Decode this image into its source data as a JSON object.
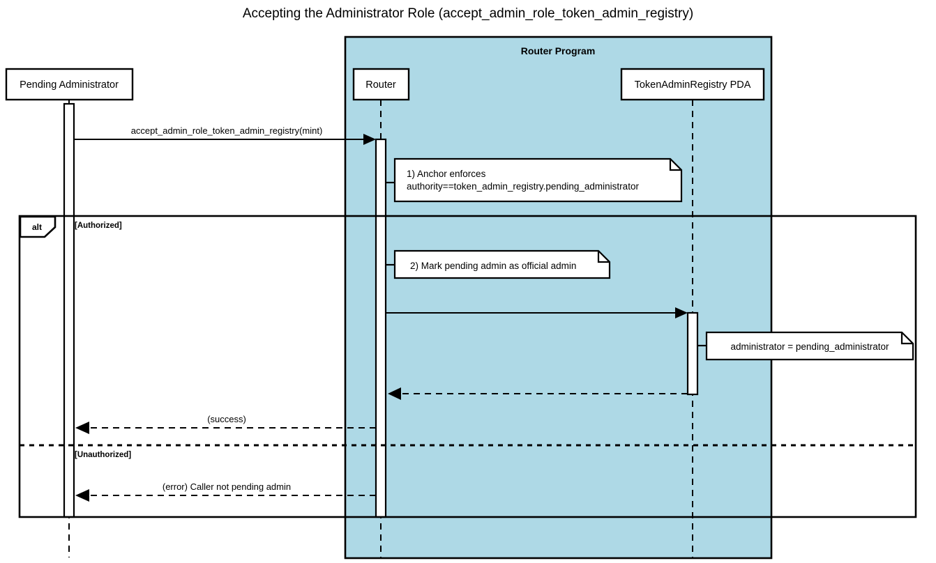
{
  "diagram": {
    "type": "uml-sequence-diagram",
    "title": "Accepting the Administrator Role (accept_admin_role_token_admin_registry)",
    "background_color": "#ffffff",
    "group_fill_color": "#aed9e6",
    "line_color": "#000000"
  },
  "groups": [
    {
      "label": "Router Program",
      "fill": "#aed9e6"
    }
  ],
  "participants": [
    {
      "name": "Pending Administrator",
      "inside_group": false
    },
    {
      "name": "Router",
      "inside_group": true
    },
    {
      "name": "TokenAdminRegistry PDA",
      "inside_group": true
    }
  ],
  "messages": [
    {
      "label": "accept_admin_role_token_admin_registry(mint)",
      "from": "Pending Administrator",
      "to": "Router",
      "style": "solid",
      "arrow": "filled"
    },
    {
      "label": "",
      "from": "Router",
      "to": "TokenAdminRegistry PDA",
      "style": "solid",
      "arrow": "filled"
    },
    {
      "label": "",
      "from": "TokenAdminRegistry PDA",
      "to": "Router",
      "style": "dashed",
      "arrow": "filled"
    },
    {
      "label": "(success)",
      "from": "Router",
      "to": "Pending Administrator",
      "style": "dashed",
      "arrow": "filled"
    },
    {
      "label": "(error) Caller not pending admin",
      "from": "Router",
      "to": "Pending Administrator",
      "style": "dashed",
      "arrow": "filled"
    }
  ],
  "notes": [
    {
      "id": "note-anchor-enforces",
      "lines": [
        "1) Anchor enforces",
        "authority==token_admin_registry.pending_administrator"
      ],
      "attached_to": "Router"
    },
    {
      "id": "note-mark-pending-admin",
      "lines": [
        "2) Mark pending admin as official admin"
      ],
      "attached_to": "Router"
    },
    {
      "id": "note-administrator-assignment",
      "lines": [
        "administrator = pending_administrator"
      ],
      "attached_to": "TokenAdminRegistry PDA"
    }
  ],
  "fragment": {
    "operator": "alt",
    "branches": [
      {
        "guard": "[Authorized]"
      },
      {
        "guard": "[Unauthorized]"
      }
    ]
  }
}
